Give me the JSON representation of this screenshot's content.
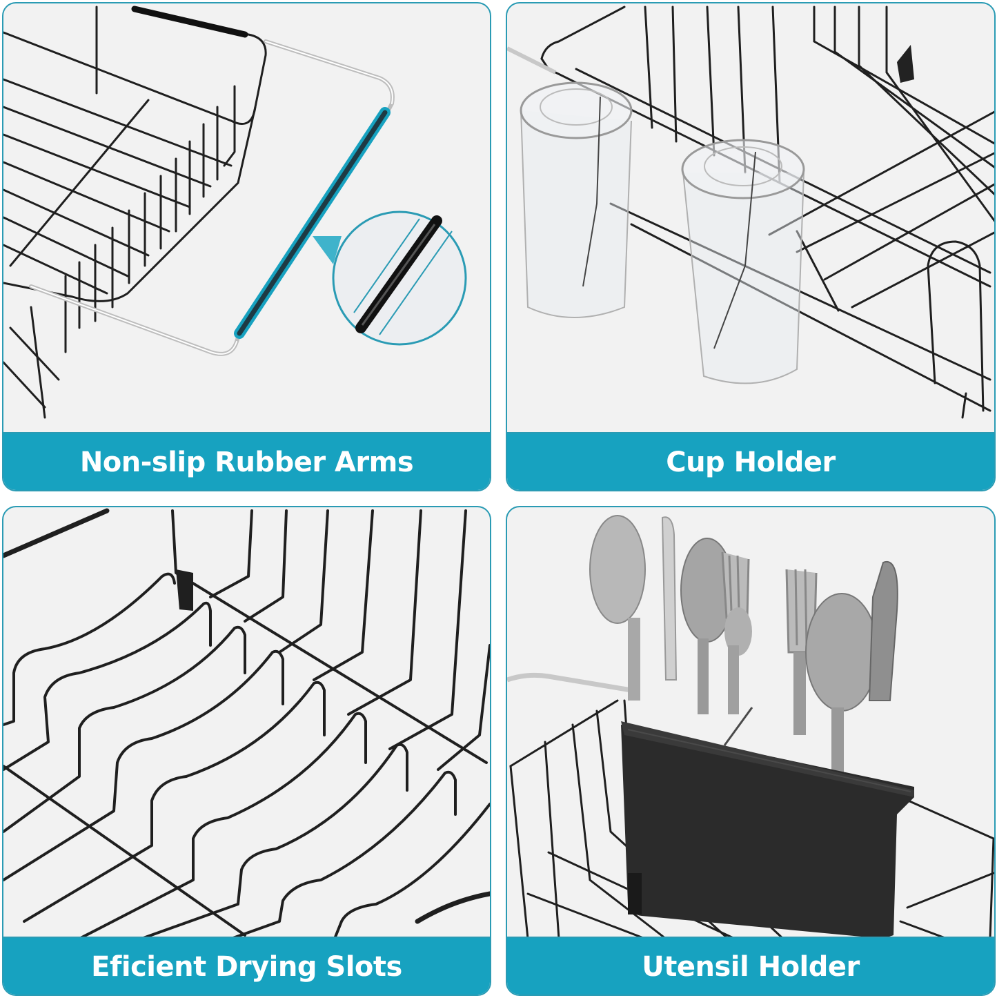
{
  "colors": {
    "accent_teal": "#17a2c0",
    "border_teal": "#2a9bb4",
    "panel_background": "#f2f2f2",
    "wire_black": "#1a1a1a",
    "chrome": "#c8c8c8",
    "label_text": "#ffffff"
  },
  "panels": [
    {
      "id": "rubber-arms",
      "label": "Non-slip Rubber Arms",
      "image_subject": "wire dish rack basket with extendable chrome arm and teal-highlighted rubber sleeve",
      "inset": "circular magnified view of black rubber-coated arm"
    },
    {
      "id": "cup-holder",
      "label": "Cup Holder",
      "image_subject": "two clear glasses hung upside down on wire rack cup holder"
    },
    {
      "id": "drying-slots",
      "label": "Eficient Drying Slots",
      "image_subject": "black wavy wire plate drying slots"
    },
    {
      "id": "utensil-holder",
      "label": "Utensil Holder",
      "image_subject": "black plastic utensil caddy holding spoons, forks and knives on wire rack"
    }
  ]
}
